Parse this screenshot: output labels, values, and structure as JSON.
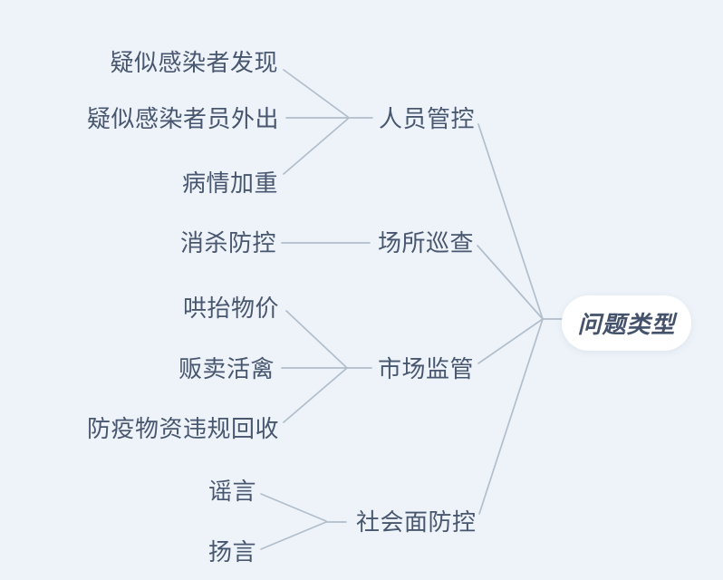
{
  "mindmap": {
    "root": {
      "label": "问题类型"
    },
    "branches": [
      {
        "label": "人员管控",
        "children": [
          "疑似感染者发现",
          "疑似感染者员外出",
          "病情加重"
        ]
      },
      {
        "label": "场所巡查",
        "children": [
          "消杀防控"
        ]
      },
      {
        "label": "市场监管",
        "children": [
          "哄抬物价",
          "贩卖活禽",
          "防疫物资违规回收"
        ]
      },
      {
        "label": "社会面防控",
        "children": [
          "谣言",
          "扬言"
        ]
      }
    ],
    "colors": {
      "background": "#edf3f8",
      "node_text": "#48566f",
      "connector": "#b2becb",
      "root_background": "#ffffff",
      "root_text": "#44526b"
    }
  }
}
